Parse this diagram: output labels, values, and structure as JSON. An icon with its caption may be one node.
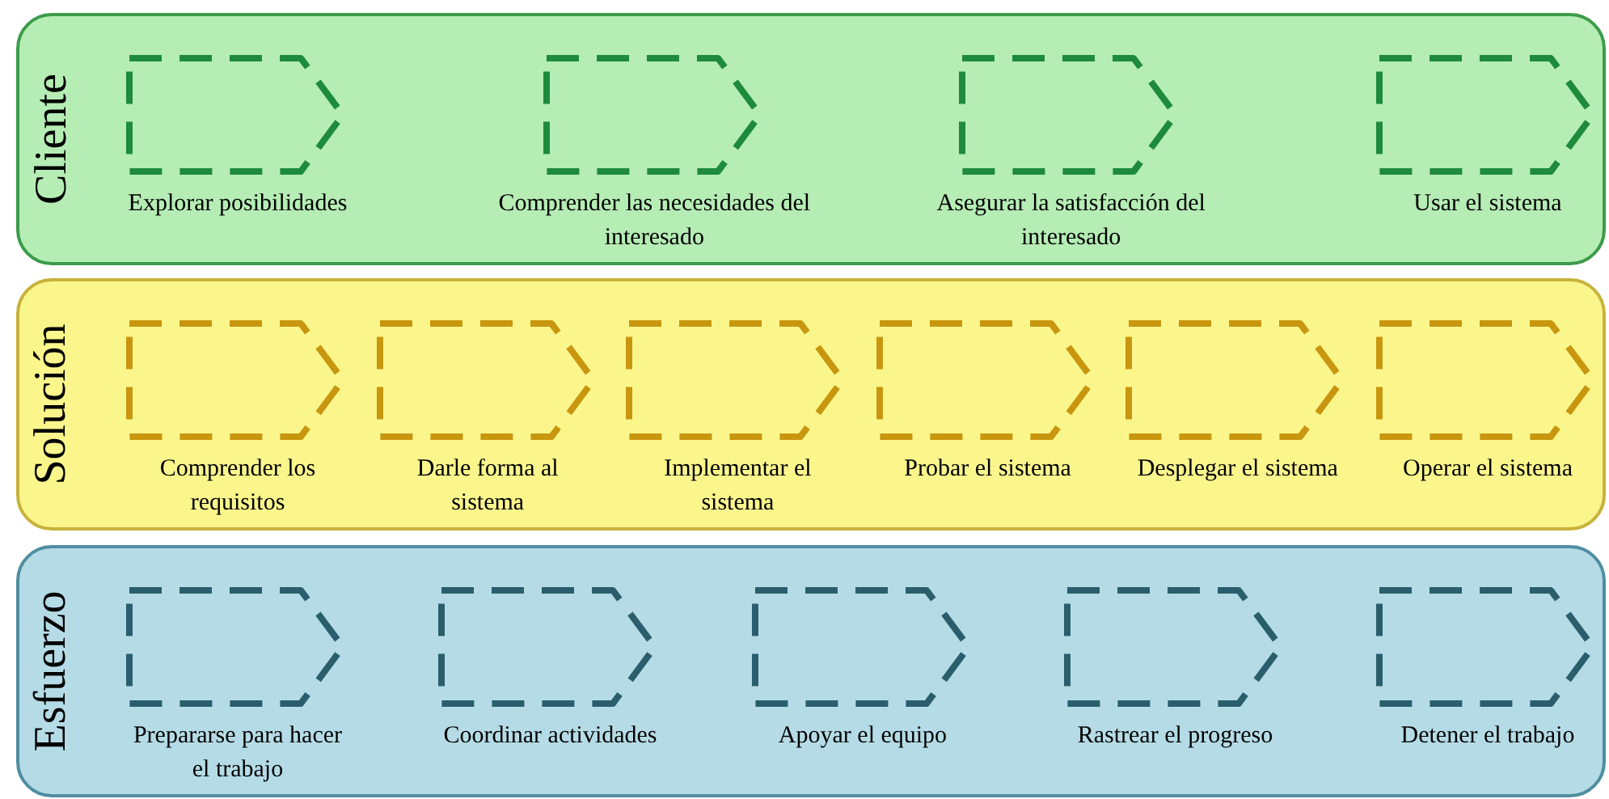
{
  "diagram": {
    "nodes": [
      {
        "text": [
          "Cliente"
        ]
      },
      {
        "text": [
          "Explorar posibilidades"
        ],
        "in": 0
      },
      {
        "text": [
          "Comprender las necesidades del interesado"
        ],
        "in": 0
      },
      {
        "text": [
          "Asegurar la satisfacción del interesado"
        ],
        "in": 0
      },
      {
        "text": [
          "Usar el sistema"
        ],
        "in": 0
      },
      {
        "text": [
          "Solución"
        ]
      },
      {
        "text": [
          "Comprender los requisitos"
        ],
        "in": 5
      },
      {
        "text": [
          "Darle forma al sistema"
        ],
        "in": 5
      },
      {
        "text": [
          "Implementar el sistema"
        ],
        "in": 5
      },
      {
        "text": [
          "Probar el sistema"
        ],
        "in": 5
      },
      {
        "text": [
          "Desplegar el sistema"
        ],
        "in": 5
      },
      {
        "text": [
          "Operar el sistema"
        ],
        "in": 5
      },
      {
        "text": [
          "Esfuerzo"
        ]
      },
      {
        "text": [
          "Prepararse para hacer el trabajo"
        ],
        "in": 12
      },
      {
        "text": [
          "Coordinar actividades"
        ],
        "in": 12
      },
      {
        "text": [
          "Apoyar el equipo"
        ],
        "in": 12
      },
      {
        "text": [
          "Rastrear el progreso"
        ],
        "in": 12
      },
      {
        "text": [
          "Detener el trabajo"
        ],
        "in": 12
      }
    ]
  }
}
